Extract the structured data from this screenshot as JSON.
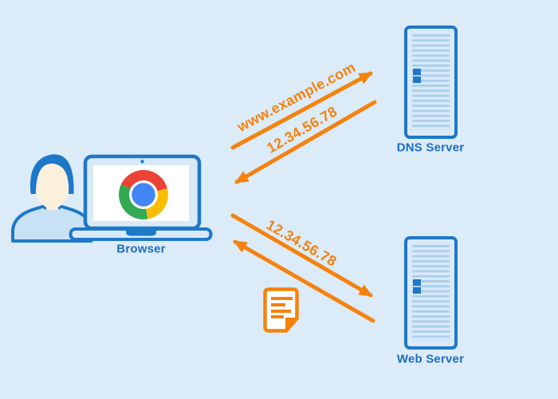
{
  "diagram": {
    "nodes": {
      "browser": {
        "label": "Browser",
        "icon": "laptop-with-chrome-logo-and-user"
      },
      "dns_server": {
        "label": "DNS Server",
        "icon": "server-tower"
      },
      "web_server": {
        "label": "Web Server",
        "icon": "server-tower"
      }
    },
    "flows": {
      "dns_request": {
        "label": "www.example.com",
        "from": "browser",
        "to": "dns_server"
      },
      "dns_response": {
        "label": "12.34.56.78",
        "from": "dns_server",
        "to": "browser"
      },
      "web_request": {
        "label": "12.34.56.78",
        "from": "browser",
        "to": "web_server"
      },
      "web_response": {
        "label": "",
        "from": "web_server",
        "to": "browser",
        "icon": "document-page"
      }
    },
    "colors": {
      "background": "#DCEBF8",
      "blue_outline": "#1E78C8",
      "label_blue": "#1B6DC1",
      "orange": "#F5820D",
      "light_fill": "#D9E9F8",
      "server_stripe": "#A9CEEC",
      "face": "#FBF0DC",
      "shirt": "#C9E1F5",
      "chrome_red": "#EA4335",
      "chrome_yellow": "#FBBC05",
      "chrome_green": "#34A853",
      "chrome_blue": "#4285F4"
    }
  }
}
